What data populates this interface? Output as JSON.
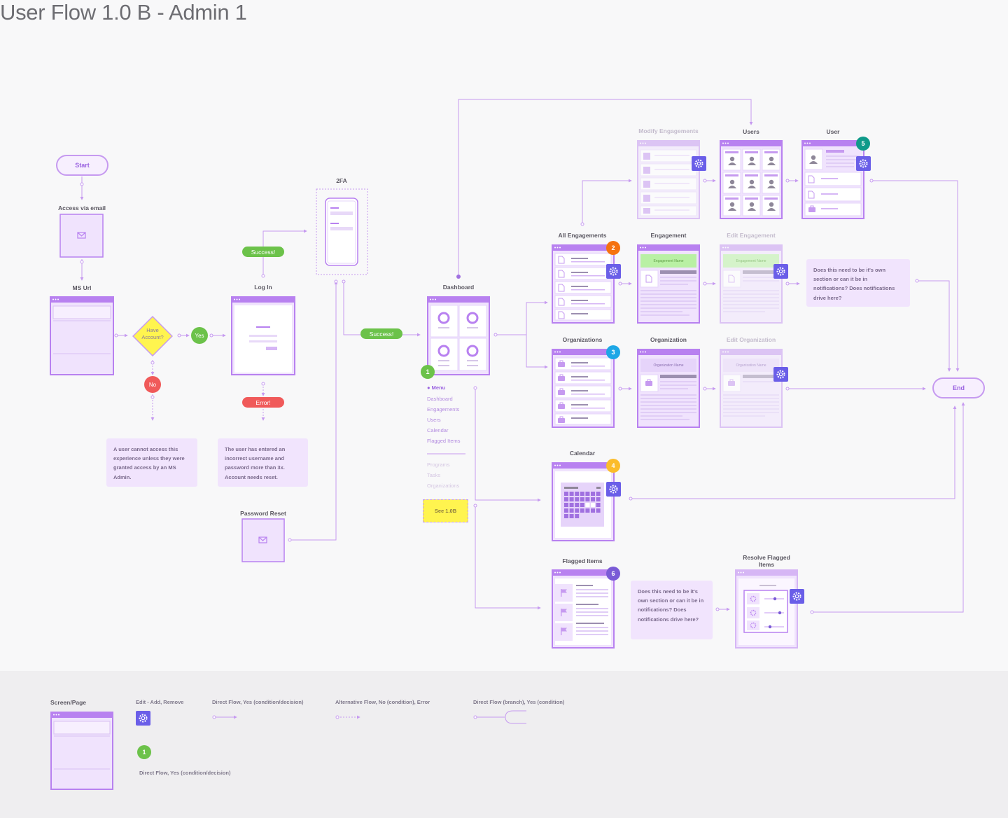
{
  "title": "User Flow 1.0 B - Admin 1",
  "nodes": {
    "start": "Start",
    "access_via_email": "Access via email",
    "ms_url": "MS Url",
    "have_account": [
      "Have",
      "Account?"
    ],
    "yes": "Yes",
    "no": "No",
    "log_in": "Log In",
    "success_1": "Success!",
    "two_fa": "2FA",
    "error": "Error!",
    "success_2": "Success!",
    "password_reset": "Password Reset",
    "dashboard": "Dashboard",
    "modify_engagements": "Modify Engagements",
    "users": "Users",
    "user": "User",
    "all_engagements": "All Engagements",
    "engagement": "Engagement",
    "edit_engagement": "Edit Engagement",
    "organizations": "Organizations",
    "organization": "Organization",
    "edit_organization": "Edit Organization",
    "calendar": "Calendar",
    "flagged_items": "Flagged Items",
    "resolve_flagged_items": [
      "Resolve Flagged",
      "Items"
    ],
    "end": "End",
    "engagement_name": "Engagement Name",
    "organization_name": "Organization Name",
    "see_10b": "See 1.0B"
  },
  "notes": {
    "no_access": "A user cannot access this experience unless they were granted access by an MS Admin.",
    "error_note": "The user has entered an incorrect username and password more than 3x. Account needs reset.",
    "engagement_note": "Does this need to be it's own section or can it be in notifications? Does notifications drive here?",
    "flagged_note": "Does this need to be it's own section or can it be in notifications? Does notifications drive here?"
  },
  "menu": {
    "header": "Menu",
    "items": [
      "Dashboard",
      "Engagements",
      "Users",
      "Calendar",
      "Flagged Items"
    ],
    "dim_items": [
      "Programs",
      "Tasks",
      "Organizations"
    ]
  },
  "badges": [
    "1",
    "2",
    "3",
    "4",
    "5",
    "6"
  ],
  "legend": {
    "screen_page": "Screen/Page",
    "edit": "Edit - Add, Remove",
    "direct_flow": "Direct Flow, Yes (condition/decision)",
    "alt_flow": "Alternative Flow, No (condition), Error",
    "branch_flow": "Direct Flow (branch), Yes (condition)",
    "badge_value": "1",
    "badge_desc": "Direct Flow, Yes (condition/decision)"
  },
  "colors": {
    "accent": "#b881f0",
    "light": "#f0e3fd",
    "green": "#6cc24a",
    "red": "#f05a5a",
    "yellow": "#fff44f",
    "gear": "#6a5ee8",
    "orange": "#f5720f",
    "blue": "#1ea7e6",
    "amber": "#fbbc2b",
    "teal": "#0f9a8a",
    "violet": "#7a5bd6"
  },
  "icons": [
    "envelope-icon",
    "gear-icon",
    "document-icon",
    "user-icon",
    "briefcase-icon",
    "flag-icon",
    "donut-icon",
    "calendar-grid-icon"
  ]
}
